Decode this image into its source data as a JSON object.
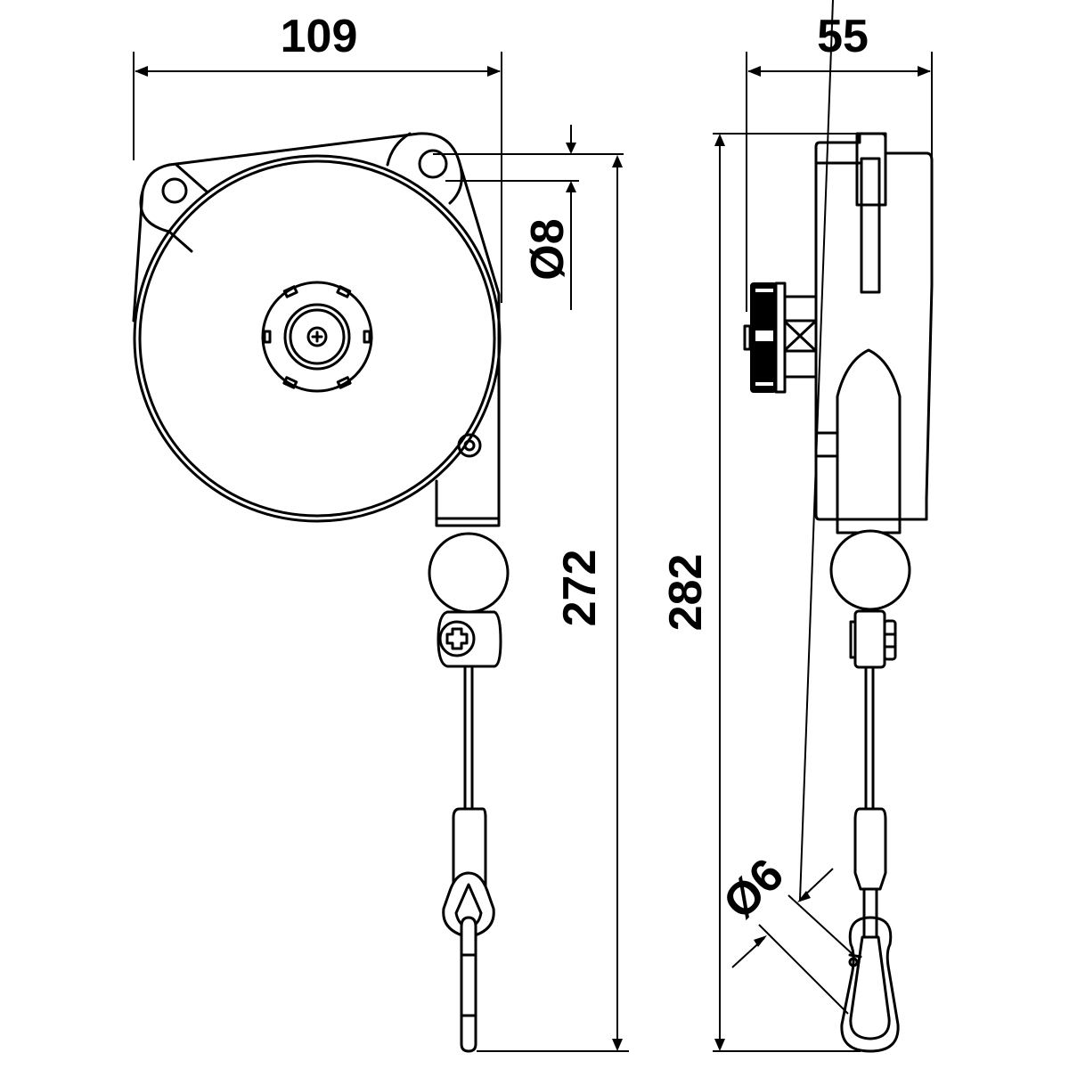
{
  "drawing": {
    "subject": "Spring balancer - front and side view",
    "line_color": "#000000",
    "background": "#ffffff"
  },
  "dimensions": {
    "front_width": "109",
    "side_width": "55",
    "mount_hole_diameter": "Ø8",
    "front_height": "272",
    "side_height": "282",
    "hook_opening": "Ø6"
  },
  "views": [
    {
      "name": "front-view",
      "parts": [
        "housing",
        "mounting-lugs",
        "center-hub",
        "cable-stopper-ball",
        "cable-clamp",
        "cable",
        "ferrule",
        "eye-hook"
      ]
    },
    {
      "name": "side-view",
      "parts": [
        "housing",
        "suspension-bracket",
        "tension-knob",
        "cable-guide",
        "cable-stopper-ball",
        "cable-clamp",
        "cable",
        "ferrule",
        "snap-hook"
      ]
    }
  ]
}
